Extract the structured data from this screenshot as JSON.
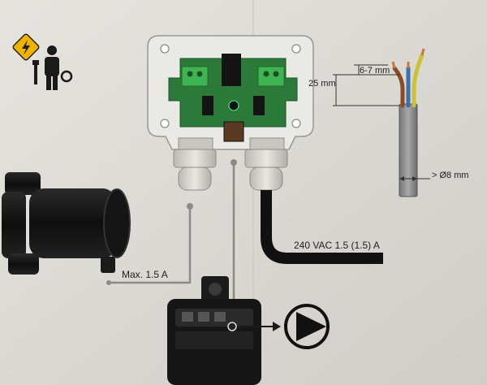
{
  "labels": {
    "strip_length": "6-7 mm",
    "sheath_length": "25 mm",
    "cable_diameter": "> Ø8 mm",
    "supply_rating": "240 VAC 1.5 (1.5) A",
    "pump_max_current": "Max. 1.5 A"
  },
  "icons": [
    "warning-electrician-icon",
    "electrician-person-icon",
    "pump-symbol-icon"
  ],
  "colors": {
    "pcb_green": "#2b7a3a",
    "terminal_green": "#3fb552",
    "leader_grey": "#8a8a88",
    "wire_brown": "#8a4b22",
    "wire_blue": "#3b6fb0",
    "wire_yellow_green": "#c9c234"
  }
}
